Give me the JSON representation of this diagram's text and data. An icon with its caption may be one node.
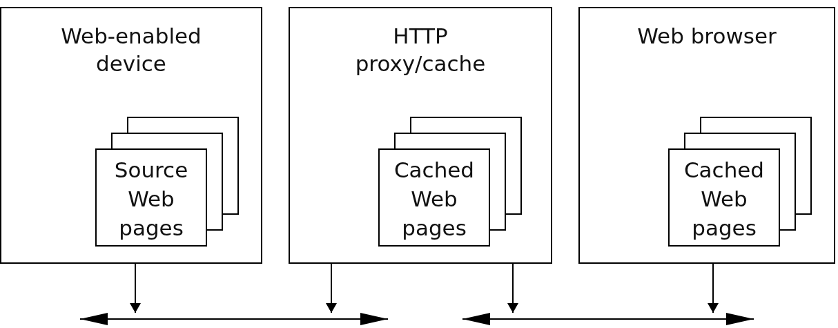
{
  "diagram": {
    "nodes": [
      {
        "text": [
          "Web-enabled device"
        ]
      },
      {
        "text": [
          "Source Web pages"
        ],
        "in": 0
      },
      {
        "text": [
          "HTTP proxy/cache"
        ]
      },
      {
        "text": [
          "Cached Web pages"
        ],
        "in": 2
      },
      {
        "text": [
          "Web browser"
        ]
      },
      {
        "text": [
          "Cached Web pages"
        ],
        "in": 4
      },
      {
        "text": [],
        "shape": "bar"
      },
      {
        "text": [],
        "shape": "bar"
      }
    ],
    "edges": [
      {
        "from": 0,
        "to": 6,
        "arrow": "to"
      },
      {
        "from": 2,
        "to": 6,
        "arrow": "to"
      },
      {
        "from": 2,
        "to": 7,
        "arrow": "to"
      },
      {
        "from": 4,
        "to": 7,
        "arrow": "to"
      }
    ]
  }
}
